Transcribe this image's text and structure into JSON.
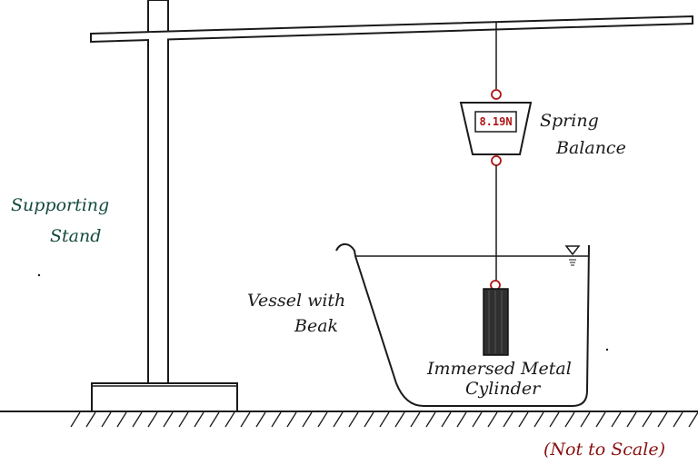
{
  "labels": {
    "stand_line1": "Supporting",
    "stand_line2": "Stand",
    "balance_line1": "Spring",
    "balance_line2": "Balance",
    "vessel_line1": "Vessel with",
    "vessel_line2": "Beak",
    "cylinder_line1": "Immersed Metal",
    "cylinder_line2": "Cylinder",
    "scale_note": "(Not to Scale)"
  },
  "balance": {
    "reading": "8.19N"
  },
  "colors": {
    "ink": "#1a1a1a",
    "label_green": "#14493e",
    "reading_red": "#b01515",
    "note_red": "#8a1010",
    "cylinder_fill": "#2f2f2f"
  },
  "icons": {
    "water_level": "inverted-triangle-water-level-icon"
  }
}
